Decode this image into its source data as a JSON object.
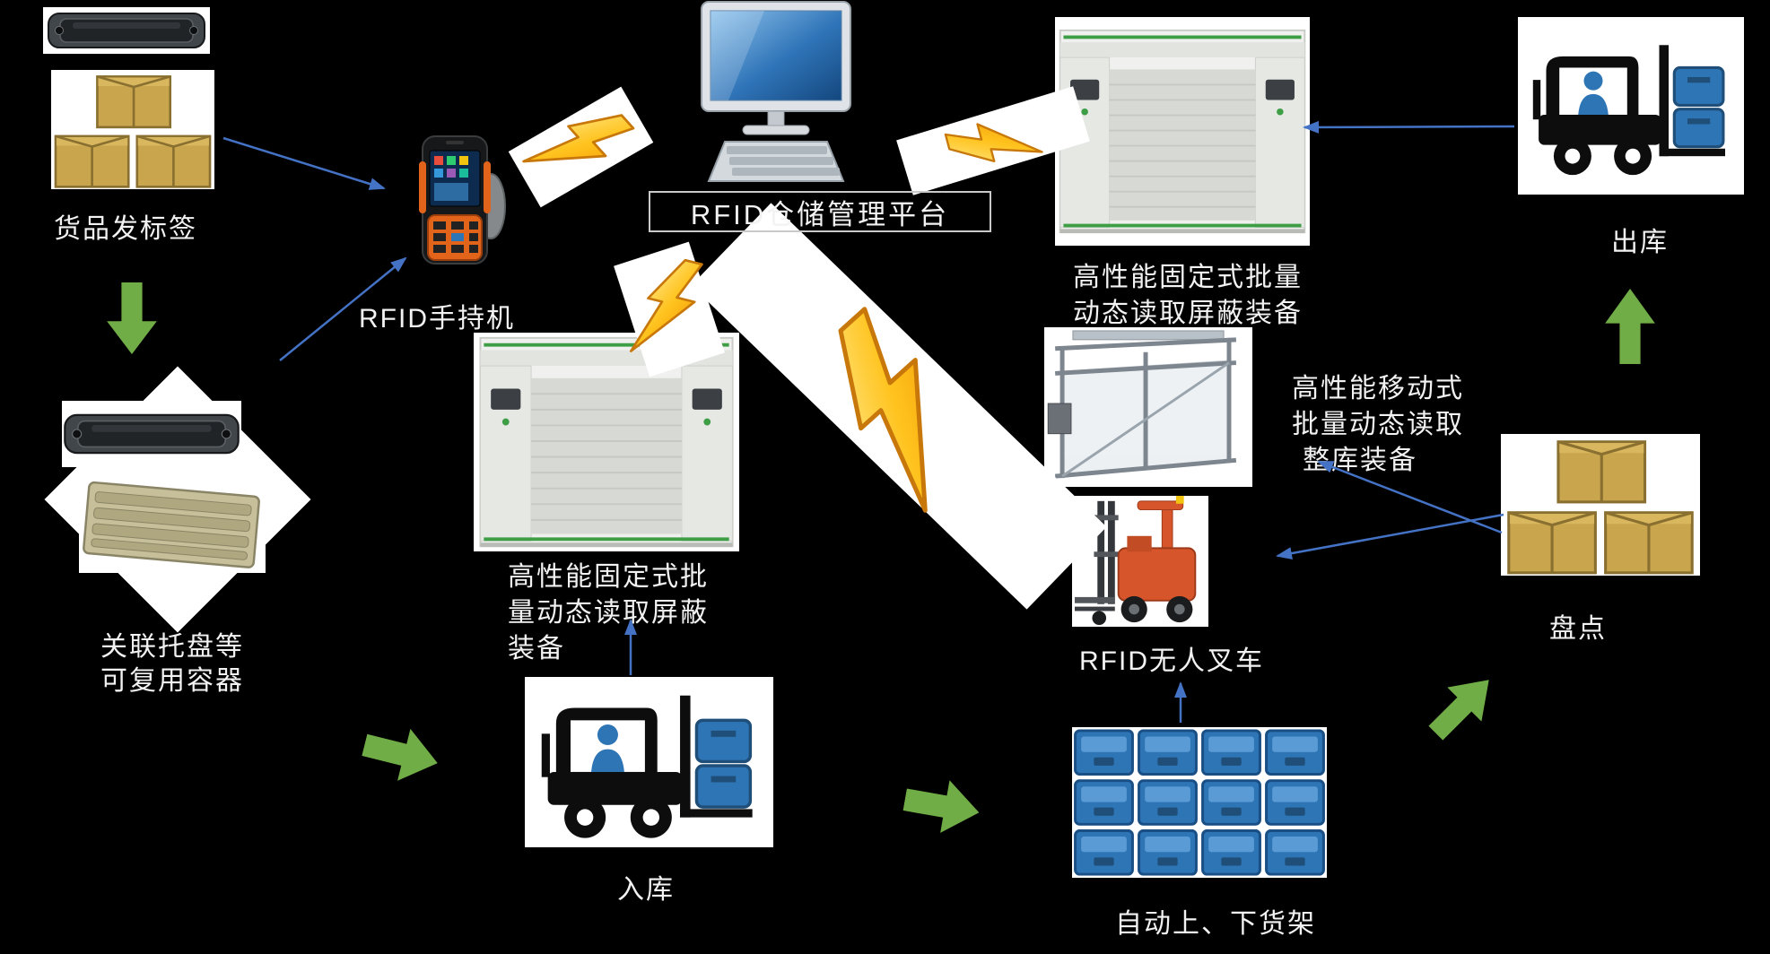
{
  "labels": {
    "goods_tagging": "货品发标签",
    "pallet_container_1": "关联托盘等",
    "pallet_container_2": "可复用容器",
    "handheld": "RFID手持机",
    "platform": "RFID仓储管理平台",
    "fixed_center_1": "高性能固定式批",
    "fixed_center_2": "量动态读取屏蔽",
    "fixed_center_3": "装备",
    "fixed_right_1": "高性能固定式批量",
    "fixed_right_2": "动态读取屏蔽装备",
    "mobile_1": "高性能移动式",
    "mobile_2": "批量动态读取",
    "mobile_3": "整库装备",
    "agv": "RFID无人叉车",
    "outbound": "出库",
    "inventory": "盘点",
    "inbound": "入库",
    "shelving": "自动上、下货架"
  },
  "icons": {
    "rfid-tag": "dark RFID label tag",
    "goods-boxes": "stack of cardboard boxes",
    "pallet-tray": "reusable slatted pallet tray",
    "rfid-handheld": "handheld RFID reader terminal",
    "platform-computer": "desktop computer of management platform",
    "fixed-reader-gate": "fixed batch reading shielded gate",
    "mobile-reader-frame": "mobile batch reading frame",
    "rfid-agv-forklift": "RFID unmanned forklift",
    "forklift-clipart": "forklift carrying blue crates",
    "shelf-bins": "automatic shelving blue bins",
    "lightning-bolt": "wireless RF link lightning bolt",
    "block-arrow-green": "process flow block arrow",
    "connector-arrow-blue": "association connector arrow"
  },
  "colors": {
    "background": "#000000",
    "text": "#F2F2F2",
    "blue_arrow": "#4472C4",
    "green_arrow": "#70AD47",
    "bolt_fill": "#FFC31E",
    "bolt_edge": "#C8780A",
    "crate_blue": "#2E75B6",
    "box_tan": "#C9A54E",
    "agv_orange": "#D7552B"
  }
}
